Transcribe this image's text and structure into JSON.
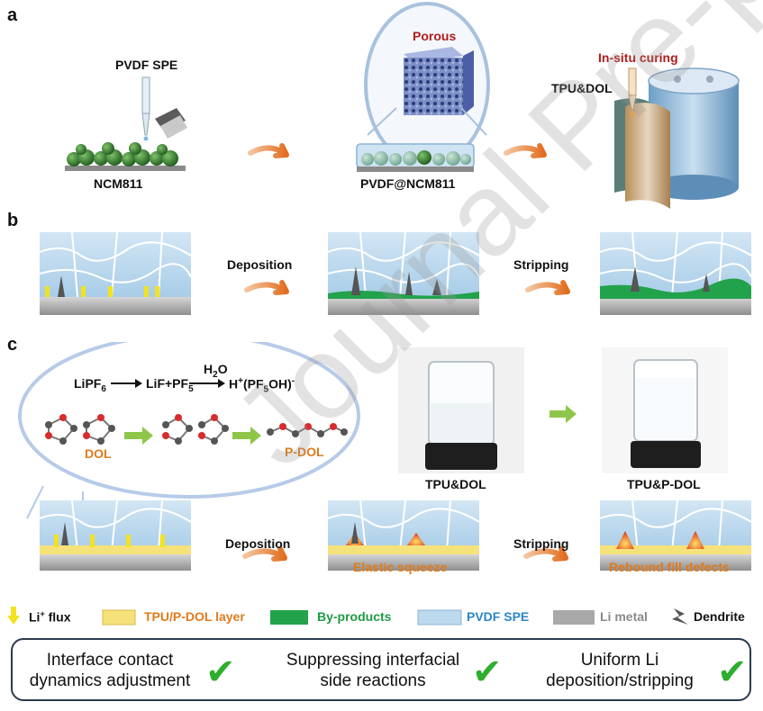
{
  "panel_a": {
    "letter": "a",
    "pvdf_spe": "PVDF SPE",
    "ncm811": "NCM811",
    "porous": "Porous",
    "pvdf_ncm811": "PVDF@NCM811",
    "in_situ_curing": "In-situ curing",
    "tpu_dol": "TPU&DOL"
  },
  "panel_b": {
    "letter": "b",
    "deposition": "Deposition",
    "stripping": "Stripping"
  },
  "panel_c": {
    "letter": "c",
    "reaction_lipf6": "LiPF",
    "reaction_sub6": "6",
    "reaction_lif_pf": "LiF+PF",
    "reaction_sub5": "5",
    "reaction_h2o": "H",
    "reaction_h2o_sub": "2",
    "reaction_h2o_end": "O",
    "reaction_product_h": "H",
    "reaction_product_plus": "+",
    "reaction_product_paren": "(PF",
    "reaction_product_sub5": "5",
    "reaction_product_oh": "OH)",
    "reaction_product_minus": "-",
    "dol": "DOL",
    "p_dol": "P-DOL",
    "vial_left_label": "TPU&DOL",
    "vial_right_label": "TPU&P-DOL",
    "deposition": "Deposition",
    "stripping": "Stripping",
    "elastic_squeeze": "Elastic squeeze",
    "rebound_fill": "Rebound fill defects"
  },
  "legend": {
    "li_flux": "Li",
    "li_flux_sup": "+",
    "li_flux_end": " flux",
    "tpu_layer": "TPU/P-DOL layer",
    "by_products": "By-products",
    "pvdf_spe": "PVDF SPE",
    "li_metal": "Li metal",
    "dendrite": "Dendrite"
  },
  "summary": {
    "item1_line1": "Interface contact",
    "item1_line2": "dynamics adjustment",
    "item2_line1": "Suppressing interfacial",
    "item2_line2": "side reactions",
    "item3_line1": "Uniform Li",
    "item3_line2": "deposition/stripping",
    "check": "✔"
  },
  "watermark": "Journal Pre-proof",
  "colors": {
    "orange_label": "#e07a1c",
    "red_label": "#b01c1c",
    "green_label": "#1f9a45",
    "blue_label": "#2a86c9",
    "arrow": "#e8853a",
    "check": "#2eae2e",
    "spe_fill": "#bcd9ee",
    "li_metal": "#a9a9a9",
    "byproduct": "#22a24b",
    "tpu_layer": "#f6e27a"
  }
}
